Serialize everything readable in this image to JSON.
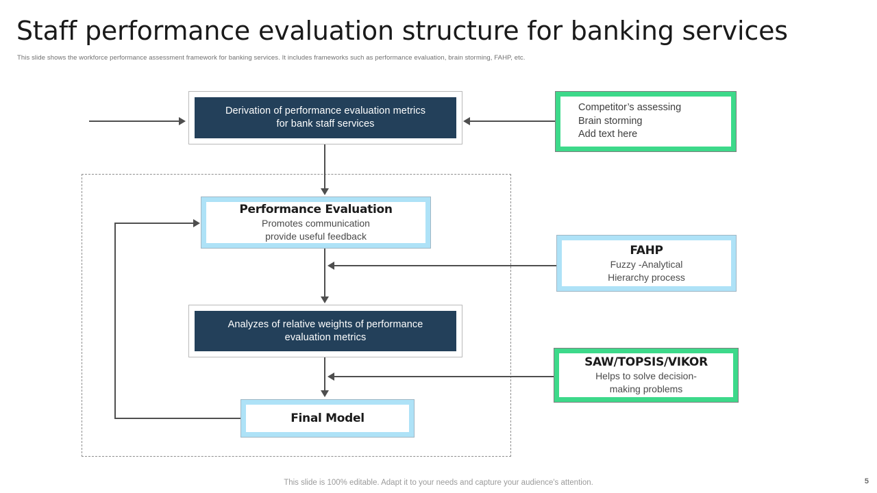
{
  "slide": {
    "title": "Staff performance evaluation structure for banking services",
    "subtitle": "This slide shows the workforce performance assessment framework for banking services. It includes frameworks such as performance evaluation, brain storming, FAHP,  etc.",
    "footer_note": "This slide is 100% editable. Adapt it to your needs and capture your audience's attention.",
    "page_number": "5"
  },
  "colors": {
    "dark_navy": "#23405a",
    "light_blue": "#aee2f7",
    "green": "#3dd98a",
    "connector_gray": "#4e4e4e",
    "title_text": "#1a1a1a",
    "subtitle_text": "#6f6f6f"
  },
  "nodes": {
    "derivation": {
      "line1": "Derivation of performance evaluation metrics",
      "line2": "for bank staff services",
      "style": "dark"
    },
    "competitor": {
      "line1": "Competitor’s assessing",
      "line2": "Brain storming",
      "line3": "Add text here",
      "style": "green"
    },
    "performance_evaluation": {
      "heading": "Performance Evaluation",
      "line1": "Promotes communication",
      "line2": "provide useful feedback",
      "style": "blue"
    },
    "fahp": {
      "heading": "FAHP",
      "line1": "Fuzzy  -Analytical",
      "line2": "Hierarchy process",
      "style": "blue"
    },
    "analyzes": {
      "line1": "Analyzes of relative weights of performance",
      "line2": "evaluation metrics",
      "style": "dark"
    },
    "saw_topsis_vikor": {
      "heading": "SAW/TOPSIS/VIKOR",
      "line1": "Helps to solve decision-",
      "line2": "making problems",
      "style": "green"
    },
    "final_model": {
      "heading": "Final Model",
      "style": "blue"
    }
  }
}
